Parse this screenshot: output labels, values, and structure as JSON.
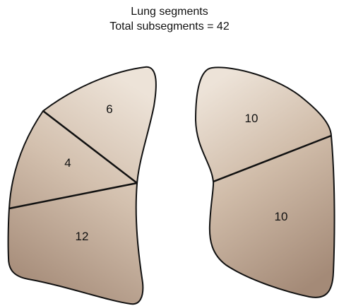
{
  "title": "Lung segments",
  "subtitle": "Total subsegments = 42",
  "colors": {
    "lung_fill_light": "#ece1d6",
    "lung_fill_dark": "#a98f7c",
    "outline": "#111111",
    "background": "#ffffff"
  },
  "left_lung": {
    "segments": [
      {
        "name": "upper",
        "label": "6"
      },
      {
        "name": "middle",
        "label": "4"
      },
      {
        "name": "lower",
        "label": "12"
      }
    ]
  },
  "right_lung": {
    "segments": [
      {
        "name": "upper",
        "label": "10"
      },
      {
        "name": "lower",
        "label": "10"
      }
    ]
  }
}
